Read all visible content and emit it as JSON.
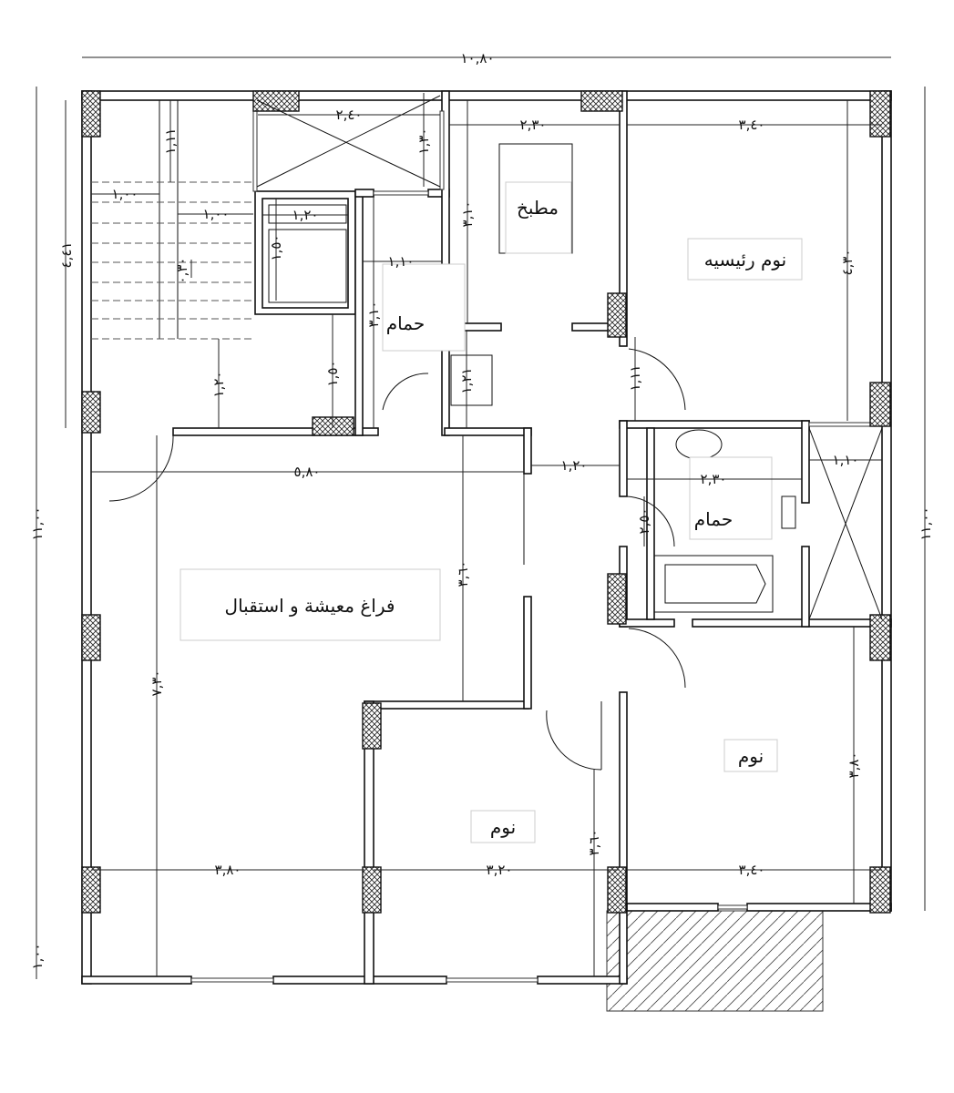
{
  "overall": {
    "width": "١٠,٨٠",
    "height_left": "١١,٠٠",
    "height_right": "١١,٠٠",
    "stair_block": "٤,٤١",
    "balcony": "١,٠٠"
  },
  "rooms": {
    "kitchen": "مطبخ",
    "master_bedroom": "نوم رئيسيه",
    "bath1": "حمام",
    "bath2": "حمام",
    "living": "فراغ معيشة و استقبال",
    "bedroom1": "نوم",
    "bedroom2": "نوم"
  },
  "dims": {
    "shaft_w": "٢,٤٠",
    "shaft_h": "١,٣٠",
    "kitchen_w": "٢,٣٠",
    "master_w": "٣,٤٠",
    "stair_h": "١,١١",
    "stair_w1": "١,٠٠",
    "stair_w2": "١,٠٠",
    "lift_w": "١,٢٠",
    "lift_h": "١,٥٠",
    "step": "٠,٣٠",
    "landing": "١,٢٠",
    "lift_lobby": "١,٥٠",
    "bath1_w": "١,١٠",
    "bath1_h": "٣,١٠",
    "kitchen_h": "٣,١٠",
    "master_h": "٤,٣٠",
    "corridor_door": "١,١١",
    "fridge": "١,٢١",
    "living_w": "٥,٨٠",
    "corridor_w": "١,٢٠",
    "bath2_w": "٢,٣٠",
    "shaft2_w": "١,١٠",
    "bath2_h": "٢,٥٠",
    "living_h": "٣,٦٠",
    "living_full_h": "٧,٣٠",
    "bed1_w": "٣,٨٠",
    "bed2_w": "٣,٢٠",
    "bed2_h": "٣,٦٠",
    "bed3_w": "٣,٤٠",
    "bed3_h": "٣,٨٠"
  },
  "colors": {
    "line": "#111111",
    "background": "#ffffff"
  }
}
